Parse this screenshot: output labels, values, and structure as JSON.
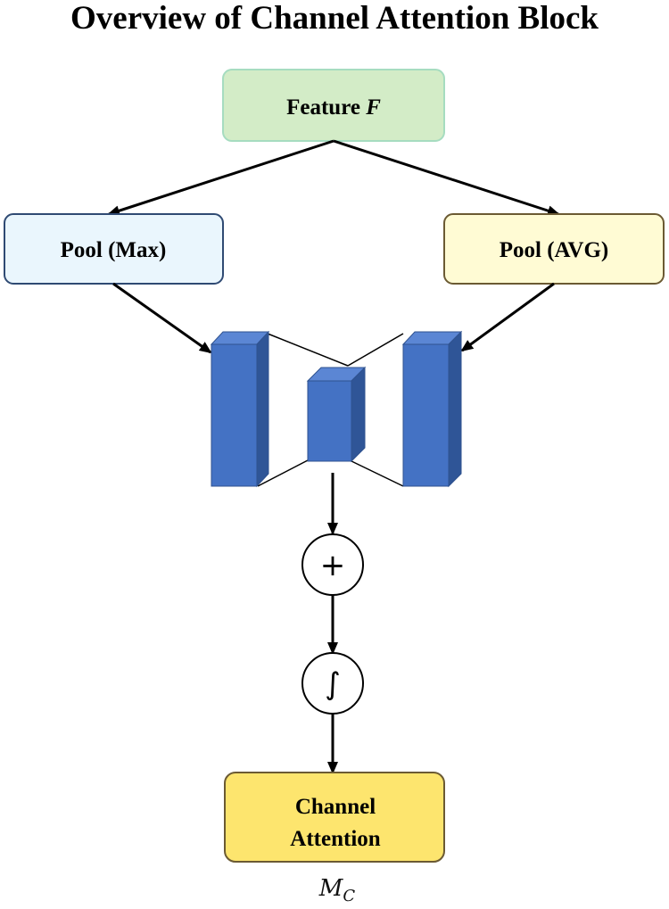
{
  "title": "Overview of Channel Attention Block",
  "nodes": {
    "feature": {
      "label": "Feature ",
      "variable": "F",
      "fill": "#d3ecc7",
      "stroke": "#a6dcc0"
    },
    "pool_max": {
      "label": "Pool (Max)",
      "fill": "#eaf6fd",
      "stroke": "#2f4a73"
    },
    "pool_avg": {
      "label": "Pool (AVG)",
      "fill": "#fffbd4",
      "stroke": "#6b5a33"
    },
    "channel_attention": {
      "line1": "Channel",
      "line2": "Attention",
      "fill": "#fde56e",
      "stroke": "#6b5a33"
    }
  },
  "operations": {
    "sum_symbol": "+",
    "sigmoid_symbol": "∫"
  },
  "output_label": {
    "main": "M",
    "subscript": "C"
  },
  "colors": {
    "block_front": "#4472c4",
    "block_top": "#5b86d4",
    "block_side": "#2f5597",
    "block_edge": "#2f528f",
    "arrow": "#000000"
  },
  "icons": {
    "shared_mlp": "3d-bar-blocks"
  }
}
